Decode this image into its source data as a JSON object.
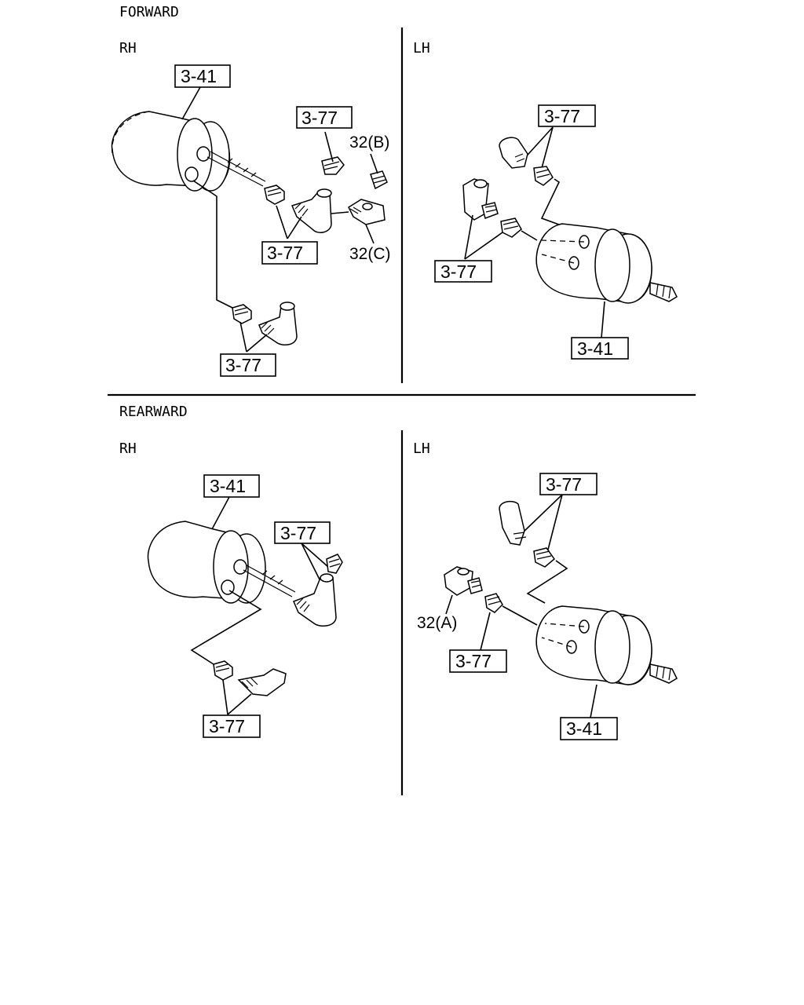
{
  "sections": {
    "forward": "FORWARD",
    "rearward": "REARWARD"
  },
  "sides": {
    "rh": "RH",
    "lh": "LH"
  },
  "callouts": {
    "air_chamber": "3-41",
    "fitting": "3-77",
    "valve_a": "32(A)",
    "valve_b": "32(B)",
    "valve_c": "32(C)"
  }
}
